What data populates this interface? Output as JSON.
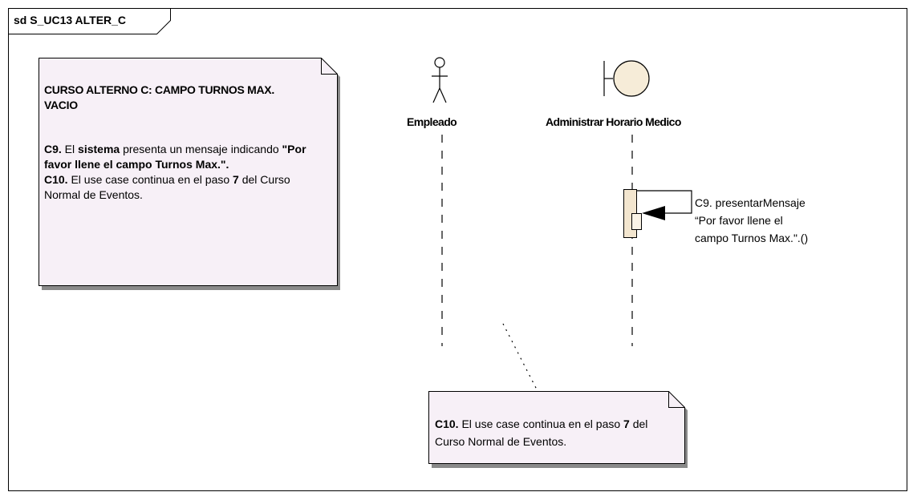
{
  "frame": {
    "title": "sd S_UC13 ALTER_C"
  },
  "note_main": {
    "heading": "CURSO ALTERNO C: CAMPO TURNOS MAX. VACIO",
    "c9_step": "C9.",
    "c9_t1": " El ",
    "c9_bold1": "sistema",
    "c9_t2": " presenta un mensaje indicando ",
    "c9_bold2": "\"Por favor llene el campo Turnos Max.\".",
    "c10_step": "C10.",
    "c10_t1": " El use case continua en el paso ",
    "c10_bold": "7",
    "c10_t2": " del Curso Normal de Eventos."
  },
  "lifelines": {
    "actor": {
      "name": "Empleado",
      "icon": "actor-stick-figure-icon"
    },
    "boundary": {
      "name": "Administrar Horario Medico",
      "icon": "boundary-icon"
    }
  },
  "message": {
    "line1": "C9. presentarMensaje",
    "line2": "“Por favor llene el",
    "line3": "campo Turnos Max.\".()"
  },
  "note_bottom": {
    "step": "C10.",
    "t1": " El use case continua en el paso ",
    "bold": "7",
    "t2": " del Curso Normal de Eventos."
  },
  "colors": {
    "note_fill": "#f7f0f7",
    "boundary_fill": "#f6ecd8",
    "activation_fill": "#f3e6cf",
    "line": "#000000"
  }
}
